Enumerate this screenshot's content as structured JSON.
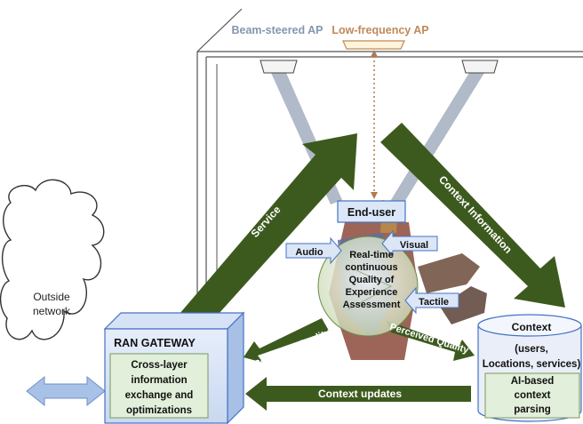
{
  "labels": {
    "beam_steered_ap": "Beam-steered AP",
    "low_frequency_ap": "Low-frequency AP",
    "end_user": "End-user",
    "audio": "Audio",
    "visual": "Visual",
    "tactile": "Tactile",
    "qoe_assessment": [
      "Real-time",
      "continuous",
      "Quality of",
      "Experience",
      "Assessment"
    ],
    "outside_network": [
      "Outside",
      "network"
    ],
    "ran_gateway": "RAN GATEWAY",
    "cross_layer": [
      "Cross-layer",
      "information",
      "exchange and",
      "optimizations"
    ],
    "service": "Service",
    "context_information": "Context Information",
    "perceived_quality_left": "Perceived Quality",
    "perceived_quality_right": "Perceived Quality",
    "context_updates": "Context updates",
    "context_title": "Context",
    "context_details": [
      "(users,",
      "Locations, services)"
    ],
    "ai_parsing": [
      "AI-based",
      "context",
      "parsing"
    ]
  },
  "colors": {
    "dark_green": "#3d5a1e",
    "light_blue_fill": "#dbe6f7",
    "blue_border": "#4472c4",
    "ap_gray": "#8497b0",
    "low_freq_orange": "#c0895a",
    "light_green_fill": "#e2efda",
    "cyl_fill": "#e9eef8"
  }
}
